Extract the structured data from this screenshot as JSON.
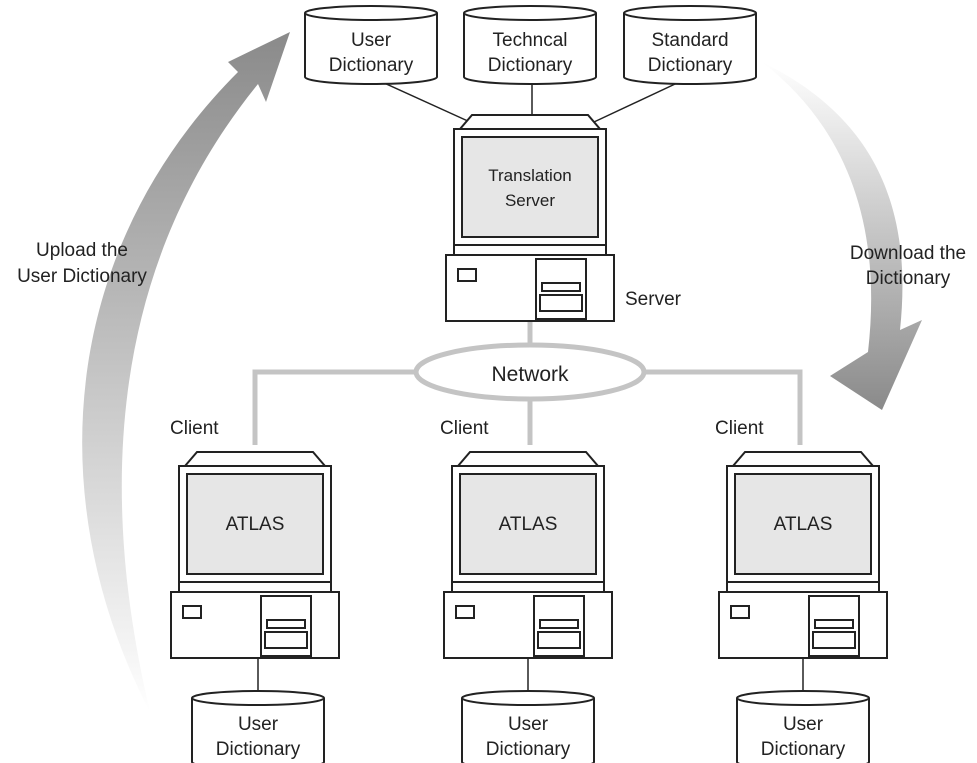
{
  "dictionaries_top": [
    {
      "line1": "User",
      "line2": "Dictionary"
    },
    {
      "line1": "Techncal",
      "line2": "Dictionary"
    },
    {
      "line1": "Standard",
      "line2": "Dictionary"
    }
  ],
  "server": {
    "screen_line1": "Translation",
    "screen_line2": "Server",
    "label": "Server"
  },
  "network_label": "Network",
  "clients": [
    {
      "label": "Client",
      "screen_text": "ATLAS",
      "dict_line1": "User",
      "dict_line2": "Dictionary"
    },
    {
      "label": "Client",
      "screen_text": "ATLAS",
      "dict_line1": "User",
      "dict_line2": "Dictionary"
    },
    {
      "label": "Client",
      "screen_text": "ATLAS",
      "dict_line1": "User",
      "dict_line2": "Dictionary"
    }
  ],
  "upload": {
    "line1": "Upload the",
    "line2": "User Dictionary"
  },
  "download": {
    "line1": "Download the",
    "line2": "Dictionary"
  },
  "colors": {
    "line": "#222222",
    "screen": "#e6e6e6",
    "network_line": "#c4c4c4",
    "arrow_dark": "#8a8a8a",
    "arrow_light": "#ffffff"
  }
}
